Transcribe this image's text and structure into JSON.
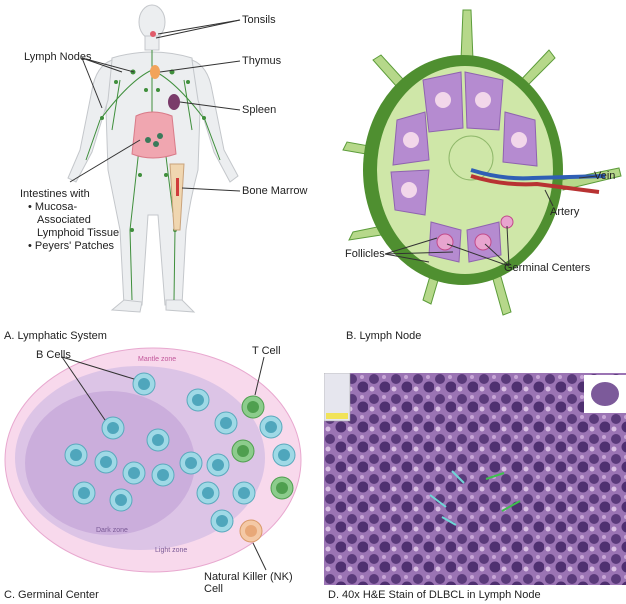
{
  "panels": {
    "a": {
      "caption": "A. Lymphatic System",
      "labels": {
        "tonsils": "Tonsils",
        "lymph_nodes": "Lymph Nodes",
        "thymus": "Thymus",
        "spleen": "Spleen",
        "bone_marrow": "Bone Marrow",
        "intestines": "Intestines with",
        "bullet1a": "Mucosa-",
        "bullet1b": "Associated",
        "bullet1c": "Lymphoid Tissue",
        "bullet2": "Peyers' Patches"
      }
    },
    "b": {
      "caption": "B. Lymph Node",
      "labels": {
        "vein": "Vein",
        "artery": "Artery",
        "follicles": "Follicles",
        "germinal_centers": "Germinal Centers"
      }
    },
    "c": {
      "caption": "C. Germinal Center",
      "labels": {
        "b_cells": "B Cells",
        "t_cell": "T Cell",
        "mantle_zone": "Mantle zone",
        "dark_zone": "Dark zone",
        "light_zone": "Light zone",
        "nk_cell": "Natural Killer (NK) Cell"
      }
    },
    "d": {
      "caption": "D. 40x H&E Stain of DLBCL in Lymph Node"
    }
  },
  "colors": {
    "body_skin": "#e9ecef",
    "lymph_green": "#3f8f3c",
    "capsule_green": "#5c9c3a",
    "lobule_fill": "#cfe7a8",
    "follicle_purple": "#b58bd0",
    "mantle_pink": "#f7d6ea",
    "lightzone_purple": "#dcc4e6",
    "darkzone_purple": "#cbaedc",
    "bcell_blue": "#9fd9e6",
    "tcell_green": "#8ccc8c",
    "nk_orange": "#f4c9a6",
    "vein_blue": "#2f5fb5",
    "artery_red": "#b83232",
    "he_stain": "#8a5fa0"
  }
}
